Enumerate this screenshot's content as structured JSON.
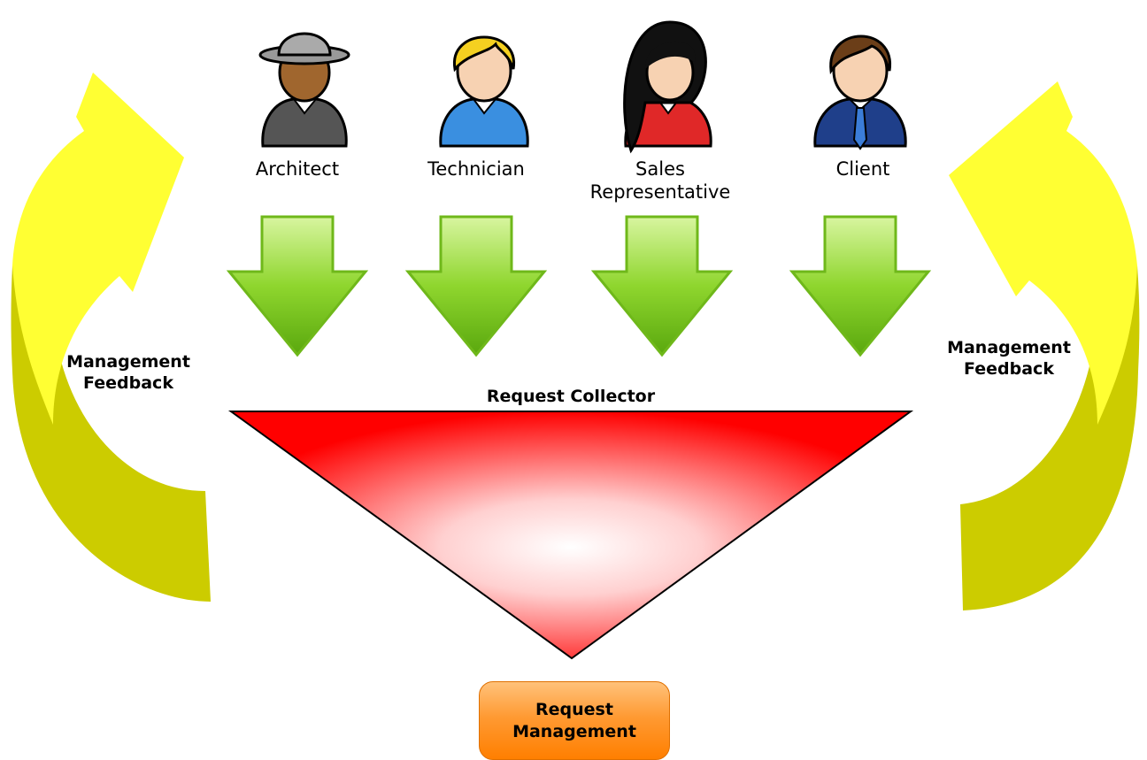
{
  "roles": [
    {
      "id": "architect",
      "label": "Architect",
      "icon": "architect-person-icon"
    },
    {
      "id": "technician",
      "label": "Technician",
      "icon": "technician-person-icon"
    },
    {
      "id": "sales",
      "label": "Sales\nRepresentative",
      "icon": "sales-representative-person-icon"
    },
    {
      "id": "client",
      "label": "Client",
      "icon": "client-person-icon"
    }
  ],
  "feedback_left": "Management\nFeedback",
  "feedback_right": "Management\nFeedback",
  "collector_label": "Request Collector",
  "management_box": "Request\nManagement",
  "colors": {
    "feedback_arrow": "#ffff33",
    "feedback_arrow_shade": "#cccc00",
    "down_arrow": "#7fcc22",
    "collector_funnel": "#ff0000",
    "management_box": "#ff8c1a"
  }
}
